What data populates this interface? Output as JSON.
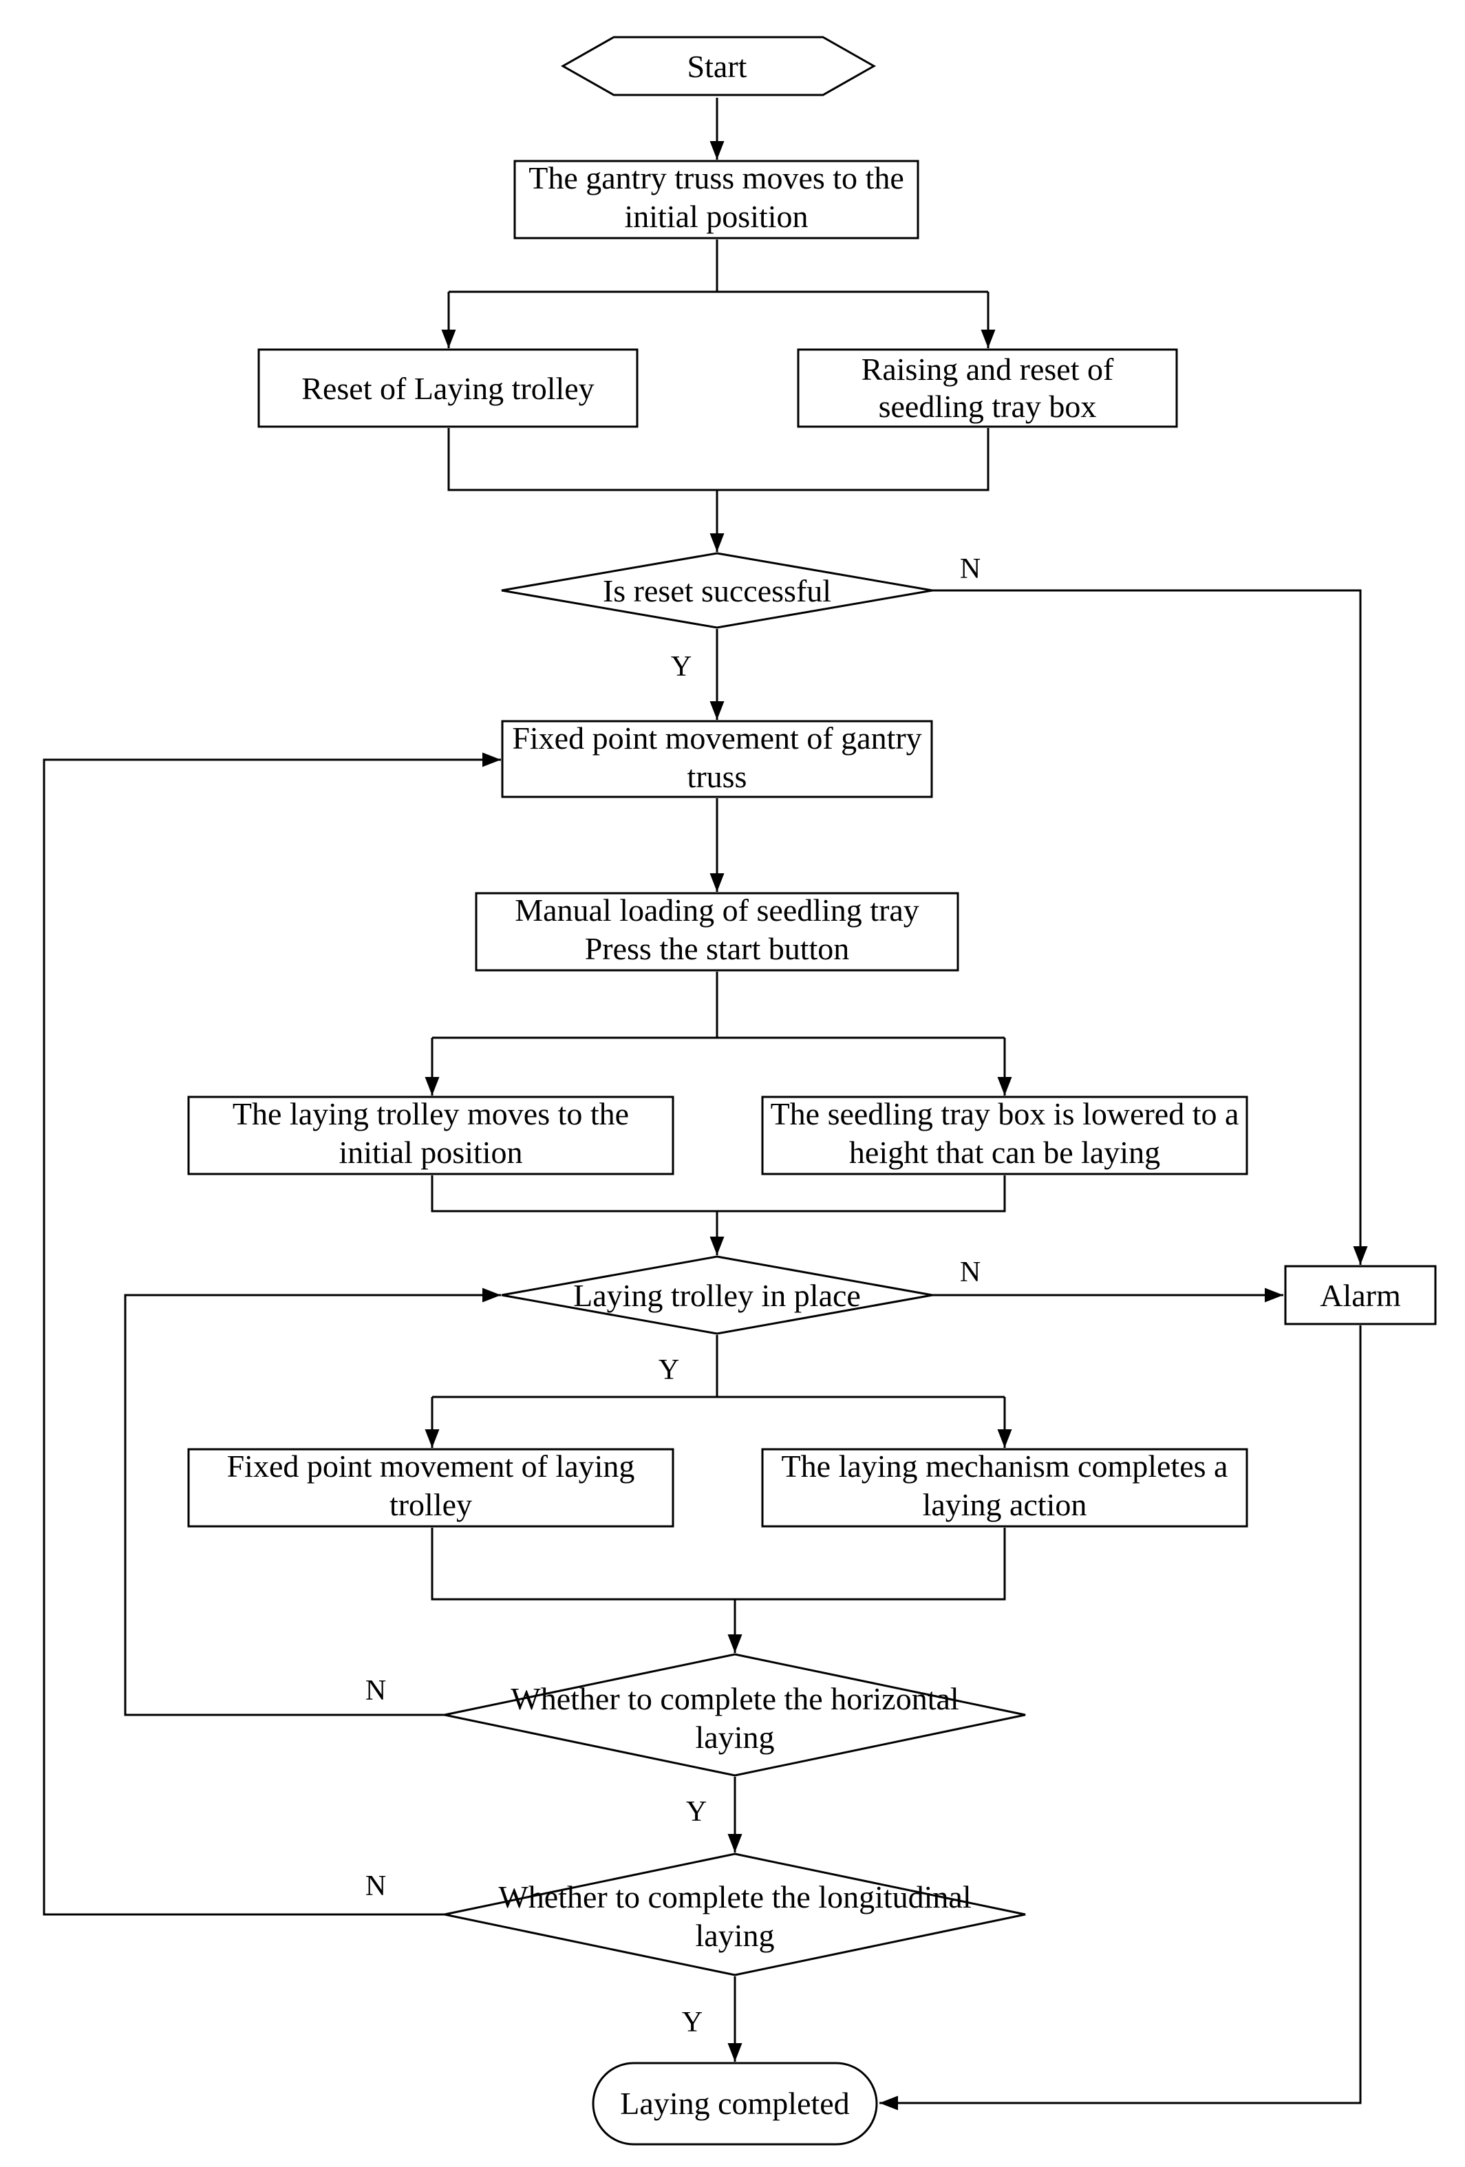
{
  "nodes": {
    "start": "Start",
    "gantry_initial": [
      "The gantry truss moves to the",
      "initial position"
    ],
    "reset_trolley": "Reset of Laying trolley",
    "raise_box": [
      "Raising and reset of",
      "seedling tray box"
    ],
    "reset_ok": "Is reset successful",
    "gantry_fixed": [
      "Fixed point movement of gantry",
      "truss"
    ],
    "manual_load": [
      "Manual loading of seedling tray",
      "Press the start button"
    ],
    "trolley_initial": [
      "The laying trolley moves to the",
      "initial  position"
    ],
    "box_lowered": [
      "The seedling tray box is lowered to a",
      "height that can be laying"
    ],
    "trolley_in_place": "Laying trolley in place",
    "alarm": "Alarm",
    "trolley_fixed": [
      "Fixed point movement of laying",
      "trolley"
    ],
    "laying_action": [
      "The laying mechanism completes a",
      "laying action"
    ],
    "horizontal_done": [
      "Whether to complete the horizontal",
      "laying"
    ],
    "longitudinal_done": [
      "Whether to complete the longitudinal",
      "laying"
    ],
    "completed": "Laying completed"
  },
  "edge_labels": {
    "reset_no": "N",
    "reset_yes": "Y",
    "place_no": "N",
    "place_yes": "Y",
    "horizontal_no": "N",
    "horizontal_yes": "Y",
    "longitudinal_no": "N",
    "longitudinal_yes": "Y"
  }
}
